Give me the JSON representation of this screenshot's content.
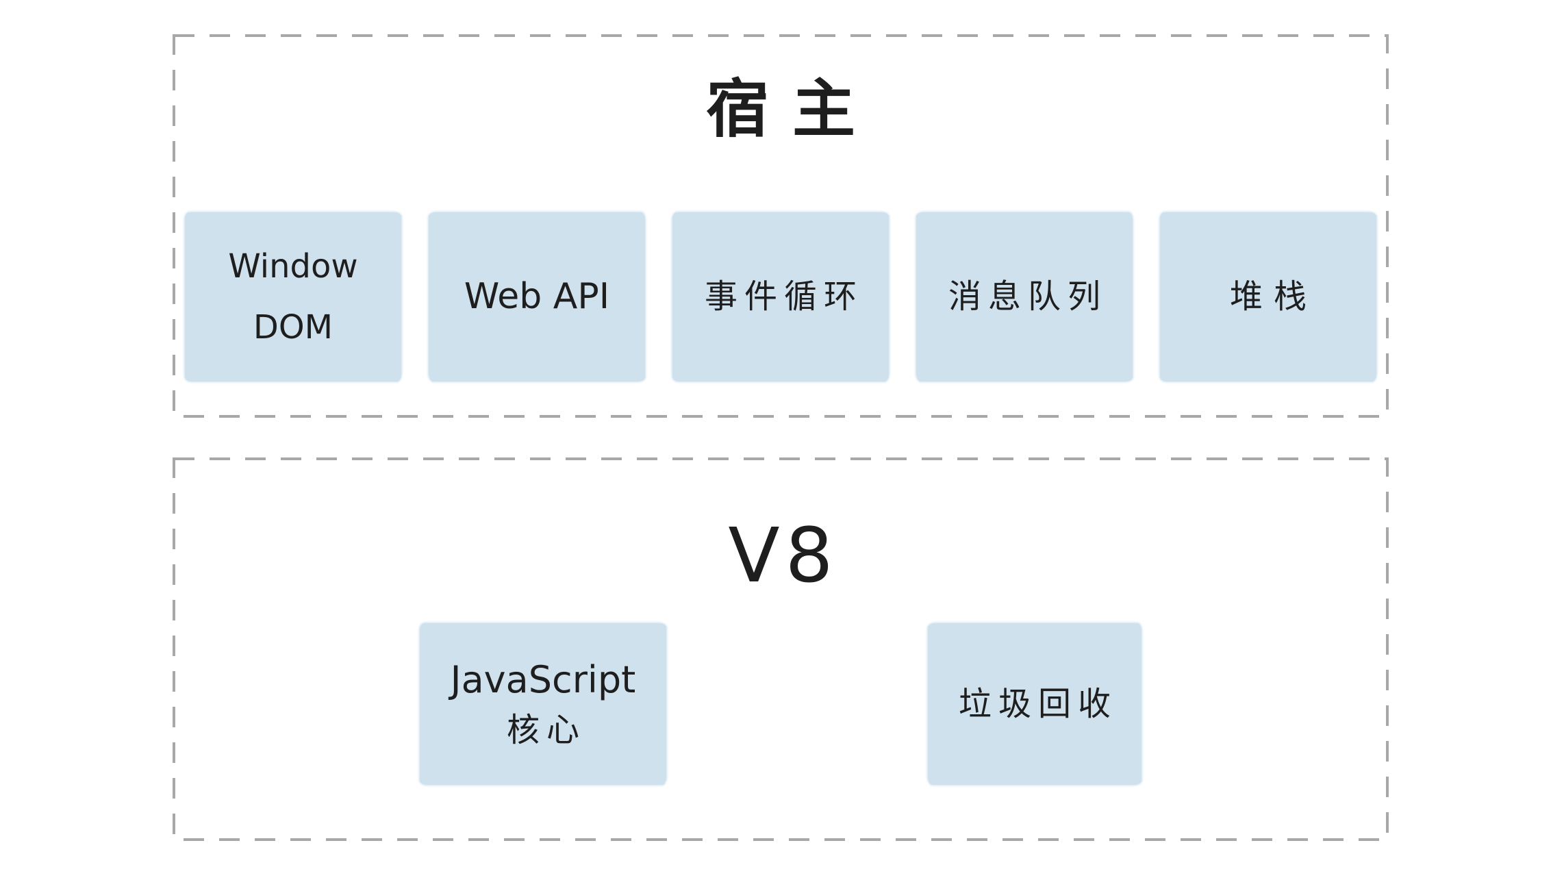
{
  "host": {
    "title": "宿主",
    "boxes": [
      {
        "line1": "Window",
        "line2": "DOM"
      },
      {
        "line1": "Web API"
      },
      {
        "line1": "事件循环"
      },
      {
        "line1": "消息队列"
      },
      {
        "line1": "堆栈"
      }
    ]
  },
  "v8": {
    "title": "V8",
    "boxes": [
      {
        "line1": "JavaScript",
        "line2": "核心"
      },
      {
        "line1": "垃圾回收"
      }
    ]
  },
  "colors": {
    "background": "#ffffff",
    "box_fill": "#cfe1ed",
    "dash_border": "#a8a8a8",
    "text": "#1e1e1e"
  }
}
